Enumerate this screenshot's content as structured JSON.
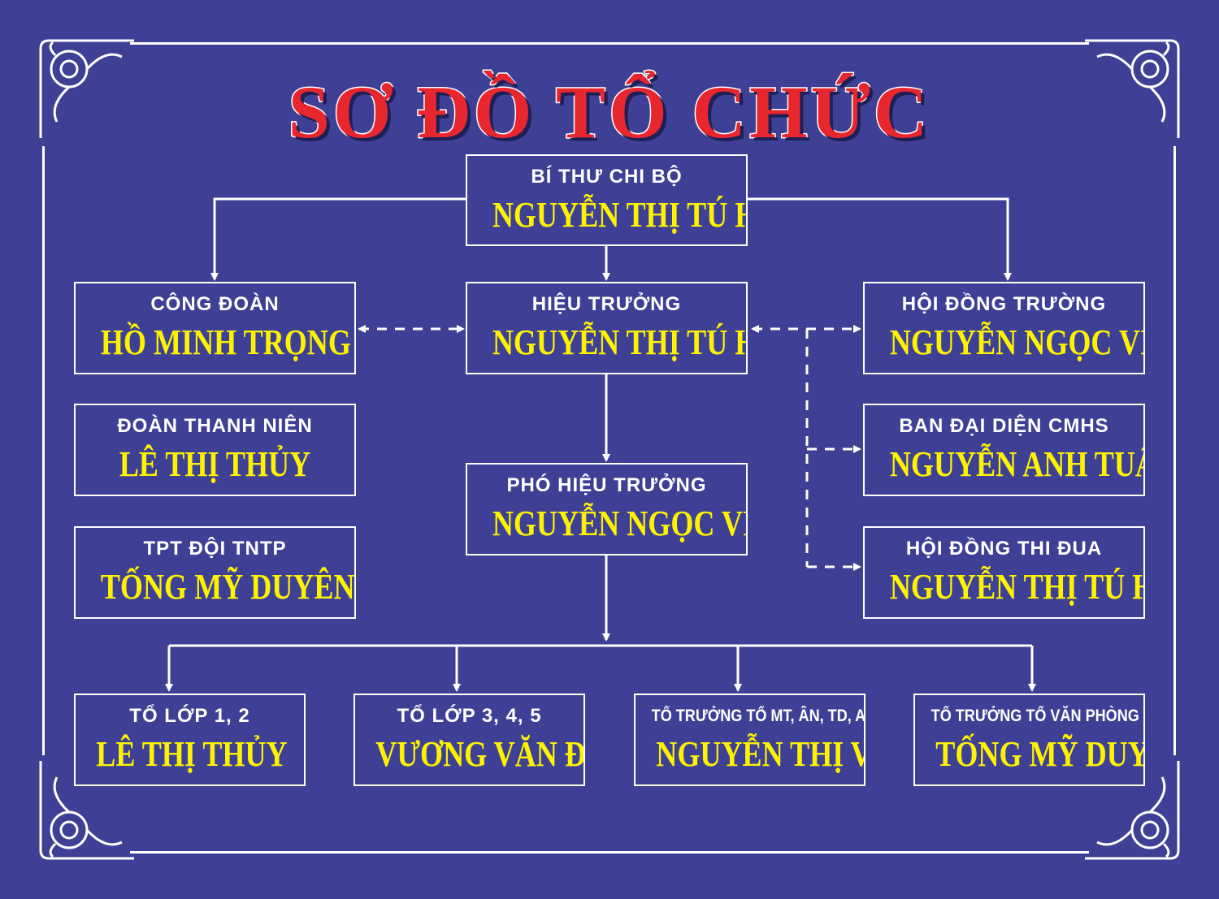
{
  "title": "SƠ ĐỒ TỔ CHỨC",
  "colors": {
    "background": "#3e4095",
    "title": "#e8262d",
    "role": "#ffffff",
    "name": "#fff200",
    "line": "#ffffff"
  },
  "nodes": {
    "bi_thu": {
      "role": "BÍ THƯ CHI BỘ",
      "name": "NGUYỄN THỊ TÚ HOA"
    },
    "cong_doan": {
      "role": "CÔNG ĐOÀN",
      "name": "HỒ MINH TRỌNG"
    },
    "hieu_truong": {
      "role": "HIỆU TRƯỞNG",
      "name": "NGUYỄN THỊ TÚ HOA"
    },
    "hoi_dong_truong": {
      "role": "HỘI ĐỒNG TRƯỜNG",
      "name": "NGUYỄN NGỌC VINH"
    },
    "doan_thanh_nien": {
      "role": "ĐOÀN THANH NIÊN",
      "name": "LÊ THỊ THỦY"
    },
    "pho_hieu_truong": {
      "role": "PHÓ HIỆU TRƯỞNG",
      "name": "NGUYỄN NGỌC VINH"
    },
    "ban_dai_dien": {
      "role": "BAN ĐẠI DIỆN CMHS",
      "name": "NGUYỄN ANH TUẤN"
    },
    "tpt_doi": {
      "role": "TPT ĐỘI TNTP",
      "name": "TỐNG MỸ DUYÊN"
    },
    "hoi_dong_thi_dua": {
      "role": "HỘI ĐỒNG THI ĐUA",
      "name": "NGUYỄN THỊ TÚ HOA"
    },
    "to_lop_12": {
      "role": "TỔ LỚP 1, 2",
      "name": "LÊ THỊ THỦY"
    },
    "to_lop_345": {
      "role": "TỔ LỚP 3, 4, 5",
      "name": "VƯƠNG VĂN ĐỨC"
    },
    "to_mt": {
      "role": "TỔ TRƯỞNG TỔ MT, ÂN, TD, AV, TH",
      "name": "NGUYỄN THỊ VUI"
    },
    "to_van_phong": {
      "role": "TỔ TRƯỞNG TỔ VĂN PHÒNG",
      "name": "TỐNG MỸ DUYÊN"
    }
  }
}
